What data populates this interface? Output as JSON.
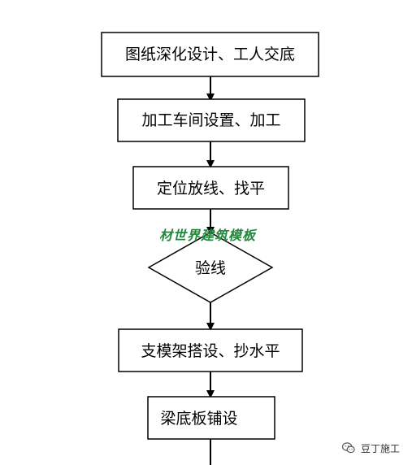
{
  "flowchart": {
    "steps": [
      {
        "label": "图纸深化设计、工人交底",
        "shape": "rectangle"
      },
      {
        "label": "加工车间设置、加工",
        "shape": "rectangle"
      },
      {
        "label": "定位放线、找平",
        "shape": "rectangle"
      },
      {
        "label": "验线",
        "shape": "diamond"
      },
      {
        "label": "支模架搭设、抄水平",
        "shape": "rectangle"
      },
      {
        "label": "梁底板铺设",
        "shape": "rectangle"
      }
    ]
  },
  "watermark": {
    "text": "材世界建筑模板",
    "color": "#1f8a3b"
  },
  "brand": {
    "name": "豆丁施工",
    "icon": "wechat-icon"
  }
}
